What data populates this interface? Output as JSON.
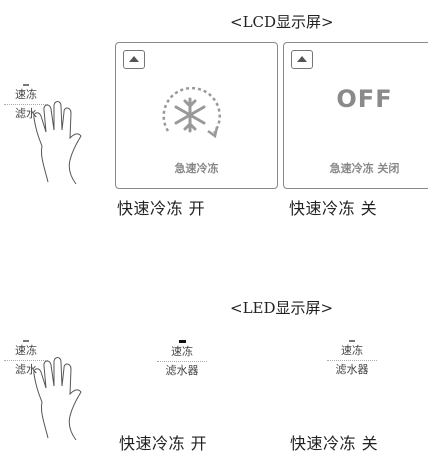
{
  "lcd_section": {
    "title": "<LCD显示屏>",
    "panel_on": {
      "label": "急速冷冻",
      "caption": "快速冷冻  开"
    },
    "panel_off": {
      "status": "OFF",
      "label": "急速冷冻 关闭",
      "caption": "快速冷冻  关"
    }
  },
  "led_section": {
    "title": "<LED显示屏>",
    "panel_on": {
      "line1": "速冻",
      "line2": "滤水器",
      "caption": "快速冷冻  开"
    },
    "panel_off": {
      "line1": "速冻",
      "line2": "滤水器",
      "caption": "快速冷冻  关"
    }
  },
  "button_top": {
    "line1": "速冻",
    "line2": "滤水"
  },
  "button_bottom": {
    "line1": "速冻",
    "line2": "滤水"
  },
  "colors": {
    "frame": "#8a8a8a",
    "text_gray": "#888888"
  },
  "icons": [
    "home-icon",
    "snowflake-icon",
    "refresh-arrow-icon",
    "pointing-hand-icon"
  ]
}
